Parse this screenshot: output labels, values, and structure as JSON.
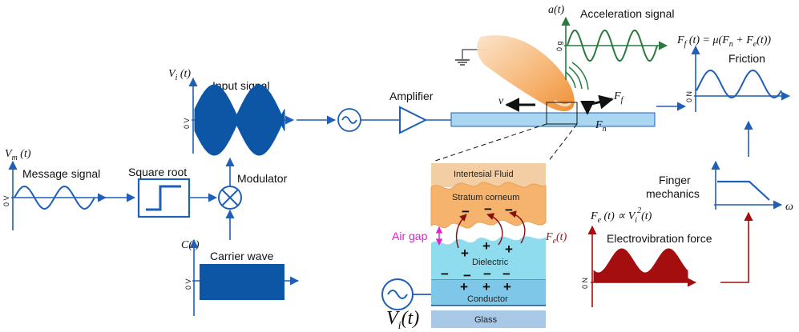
{
  "colors": {
    "blue": "#1f5fb7",
    "dark_blue": "#0d56a6",
    "green": "#2a7a3f",
    "dark_red": "#a50e0e",
    "magenta": "#e11fd0",
    "fluid": "#f3cda3",
    "corneum": "#f5b36d",
    "dielectric": "#8fdcee",
    "conductor": "#7fc7e8",
    "glass": "#a8c9e6"
  },
  "labels": {
    "message_signal": "Message signal",
    "square_root": "Square root",
    "modulator": "Modulator",
    "input_signal": "Input signal",
    "carrier_wave": "Carrier wave",
    "amplifier": "Amplifier",
    "acceleration_signal": "Acceleration signal",
    "friction": "Friction",
    "finger_mechanics_1": "Finger",
    "finger_mechanics_2": "mechanics",
    "electrovibration_force": "Electrovibration force",
    "air_gap": "Air gap"
  },
  "symbols": {
    "vm": "V",
    "vm_sub": "m",
    "vm_arg": " (t)",
    "vi": "V",
    "vi_sub": "i",
    "vi_arg": " (t)",
    "ct": "C(t)",
    "at": "a(t)",
    "ff_eq_1": "F",
    "ff_eq_sub": "f",
    "ff_eq_2": " (t) = μ(F",
    "ff_eq_sub2": "n",
    "ff_eq_3": " + F",
    "ff_eq_sub3": "e",
    "ff_eq_4": "(t))",
    "fe_eq_1": "F",
    "fe_eq_sub": "e",
    "fe_eq_2": " (t) ∝ V",
    "fe_eq_sub2": "i",
    "fe_eq_sup": "2",
    "fe_eq_3": "(t)",
    "fe_label": "F",
    "fe_label_sub": "e",
    "fe_label_arg": "(t)",
    "v": "v",
    "ff": "F",
    "ff_sub": "f",
    "fn": "F",
    "fn_sub": "n",
    "omega": "ω",
    "vi_big": "V",
    "vi_big_sub": "i",
    "vi_big_arg": "(t)"
  },
  "axis_ticks": {
    "zero_v": "0 V",
    "zero_g": "0 g",
    "zero_n": "0 N"
  },
  "layers": {
    "intertesial_fluid": "Intertesial Fluid",
    "stratum_corneum": "Stratum corneum",
    "dielectric": "Dielectric",
    "conductor": "Conductor",
    "glass": "Glass"
  },
  "charges": {
    "minus": "−",
    "plus": "+"
  }
}
